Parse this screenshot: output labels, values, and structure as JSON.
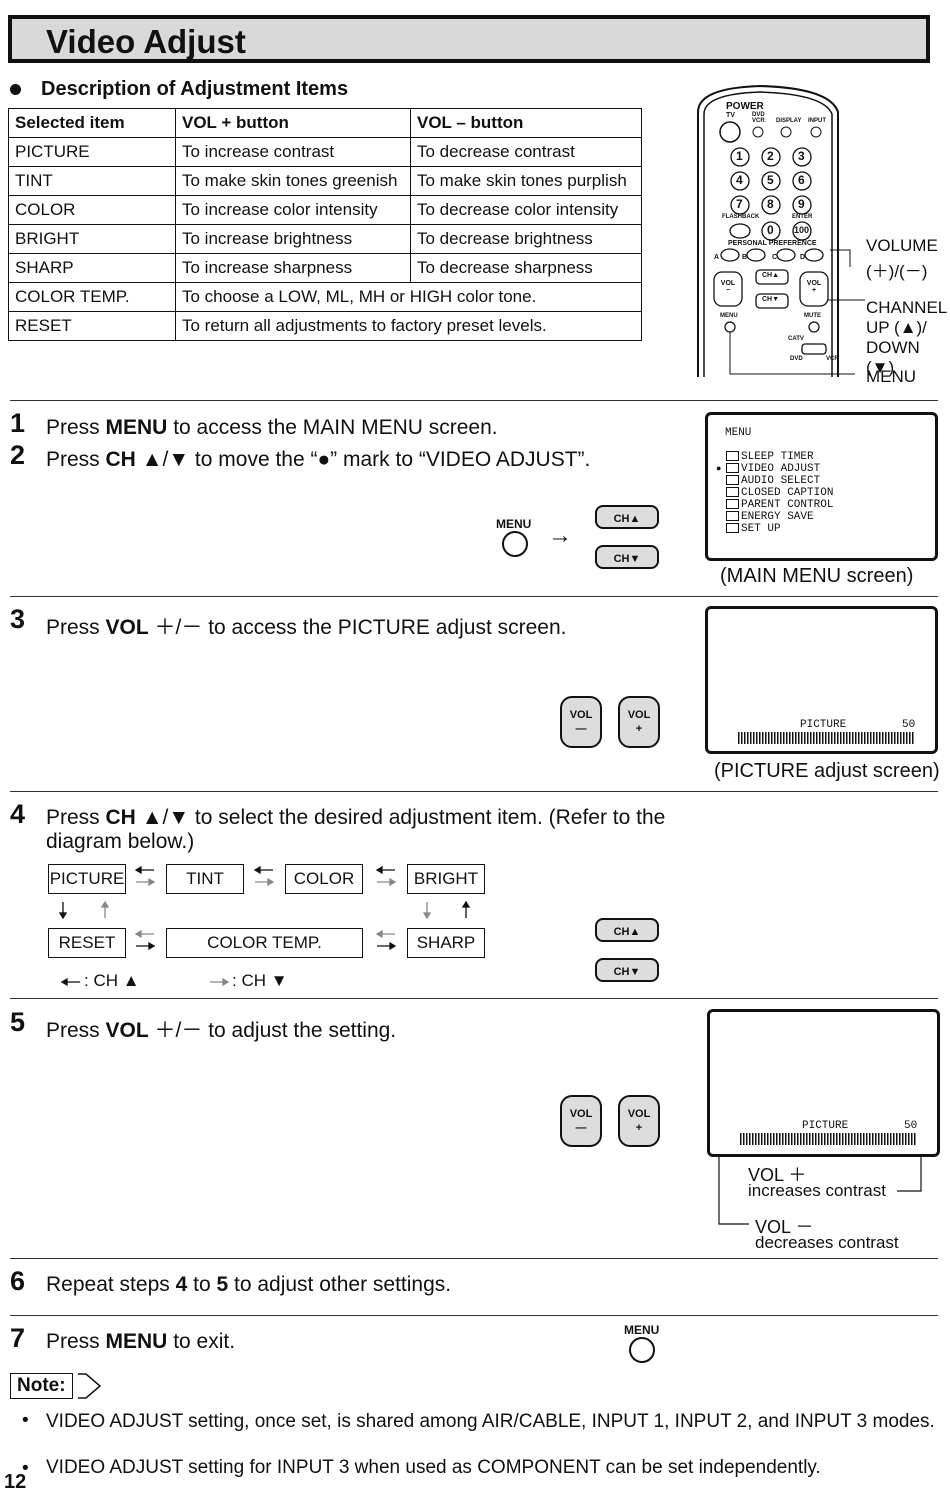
{
  "title": "Video Adjust",
  "subtitle": "Description of Adjustment Items",
  "table": {
    "headers": [
      "Selected item",
      "VOL + button",
      "VOL – button"
    ],
    "rows": [
      [
        "PICTURE",
        "To increase contrast",
        "To decrease contrast"
      ],
      [
        "TINT",
        "To make skin tones greenish",
        "To make skin tones purplish"
      ],
      [
        "COLOR",
        "To increase color intensity",
        "To decrease color intensity"
      ],
      [
        "BRIGHT",
        "To increase brightness",
        "To decrease brightness"
      ],
      [
        "SHARP",
        "To increase sharpness",
        "To decrease sharpness"
      ],
      [
        "COLOR TEMP.",
        "To choose a LOW, ML, MH or HIGH color tone."
      ],
      [
        "RESET",
        "To return all adjustments to factory preset levels."
      ]
    ]
  },
  "remote": {
    "power": "POWER",
    "tv": "TV",
    "dvd_vcr": "DVD VCR",
    "display": "DISPLAY",
    "input": "INPUT",
    "flashback": "FLASHBACK",
    "enter": "ENTER",
    "personal_preference": "PERSONAL PREFERENCE",
    "mute": "MUTE",
    "menu": "MENU",
    "catv": "CATV",
    "dvd": "DVD",
    "vcr": "VCR",
    "keys": [
      "1",
      "2",
      "3",
      "4",
      "5",
      "6",
      "7",
      "8",
      "9",
      "0",
      "100"
    ],
    "pp_letters": [
      "A",
      "B",
      "C",
      "D"
    ],
    "ch_up": "CH▲",
    "ch_down": "CH▼",
    "vol_minus": "VOL −",
    "vol_plus": "VOL +",
    "callout_volume": "VOLUME",
    "callout_volume_sub": "(＋)/(－)",
    "callout_channel": "CHANNEL",
    "callout_channel_sub1": "UP (▲)/",
    "callout_channel_sub2": "DOWN (▼)",
    "callout_menu": "MENU"
  },
  "steps": {
    "s1": {
      "num": "1",
      "pre": "Press ",
      "bold": "MENU",
      "post": " to access the MAIN MENU screen."
    },
    "s2": {
      "num": "2",
      "pre": "Press ",
      "bold": "CH",
      "post": " ▲/▼ to move the “●” mark to “VIDEO ADJUST”."
    },
    "s3": {
      "num": "3",
      "pre": "Press ",
      "bold": "VOL",
      "post": " ＋/－ to access the PICTURE adjust screen."
    },
    "s4": {
      "num": "4",
      "pre": "Press ",
      "bold": "CH",
      "post": " ▲/▼ to select the desired adjustment item. (Refer to the diagram below.)"
    },
    "s5": {
      "num": "5",
      "pre": "Press ",
      "bold": "VOL",
      "post": " ＋/－ to adjust the setting."
    },
    "s6": {
      "num": "6",
      "pre": "Repeat steps ",
      "b1": "4",
      "mid": " to ",
      "b2": "5",
      "post": " to adjust other settings."
    },
    "s7": {
      "num": "7",
      "pre": "Press ",
      "bold": "MENU",
      "post": " to exit."
    }
  },
  "buttons": {
    "menu": "MENU",
    "ch_up": "CH▲",
    "ch_down": "CH▼",
    "vol_minus_top": "VOL",
    "vol_minus_bottom": "—",
    "vol_plus_top": "VOL",
    "vol_plus_bottom": "+",
    "arrow": "→"
  },
  "main_menu": {
    "header": "MENU",
    "items": [
      "SLEEP TIMER",
      "VIDEO ADJUST",
      "AUDIO SELECT",
      "CLOSED CAPTION",
      "PARENT CONTROL",
      "ENERGY SAVE",
      "SET UP"
    ],
    "selected_index": 1,
    "caption": "(MAIN MENU screen)"
  },
  "picture_screen": {
    "label": "PICTURE",
    "value": "50",
    "caption": "(PICTURE adjust screen)"
  },
  "cycle": {
    "items_top": [
      "PICTURE",
      "TINT",
      "COLOR",
      "BRIGHT"
    ],
    "items_bottom": [
      "RESET",
      "COLOR TEMP.",
      "SHARP"
    ],
    "legend_up": ": CH ▲",
    "legend_down": ": CH ▼"
  },
  "step5_screen": {
    "label": "PICTURE",
    "value": "50",
    "plus_title": "VOL ＋",
    "plus_desc": "increases contrast",
    "minus_title": "VOL －",
    "minus_desc": "decreases contrast"
  },
  "note": {
    "label": "Note:",
    "bullets": [
      "VIDEO ADJUST setting, once set, is shared among AIR/CABLE, INPUT 1, INPUT 2, and INPUT 3 modes.",
      "VIDEO ADJUST setting for INPUT 3 when used as COMPONENT can be set independently."
    ]
  },
  "page_number": "12"
}
